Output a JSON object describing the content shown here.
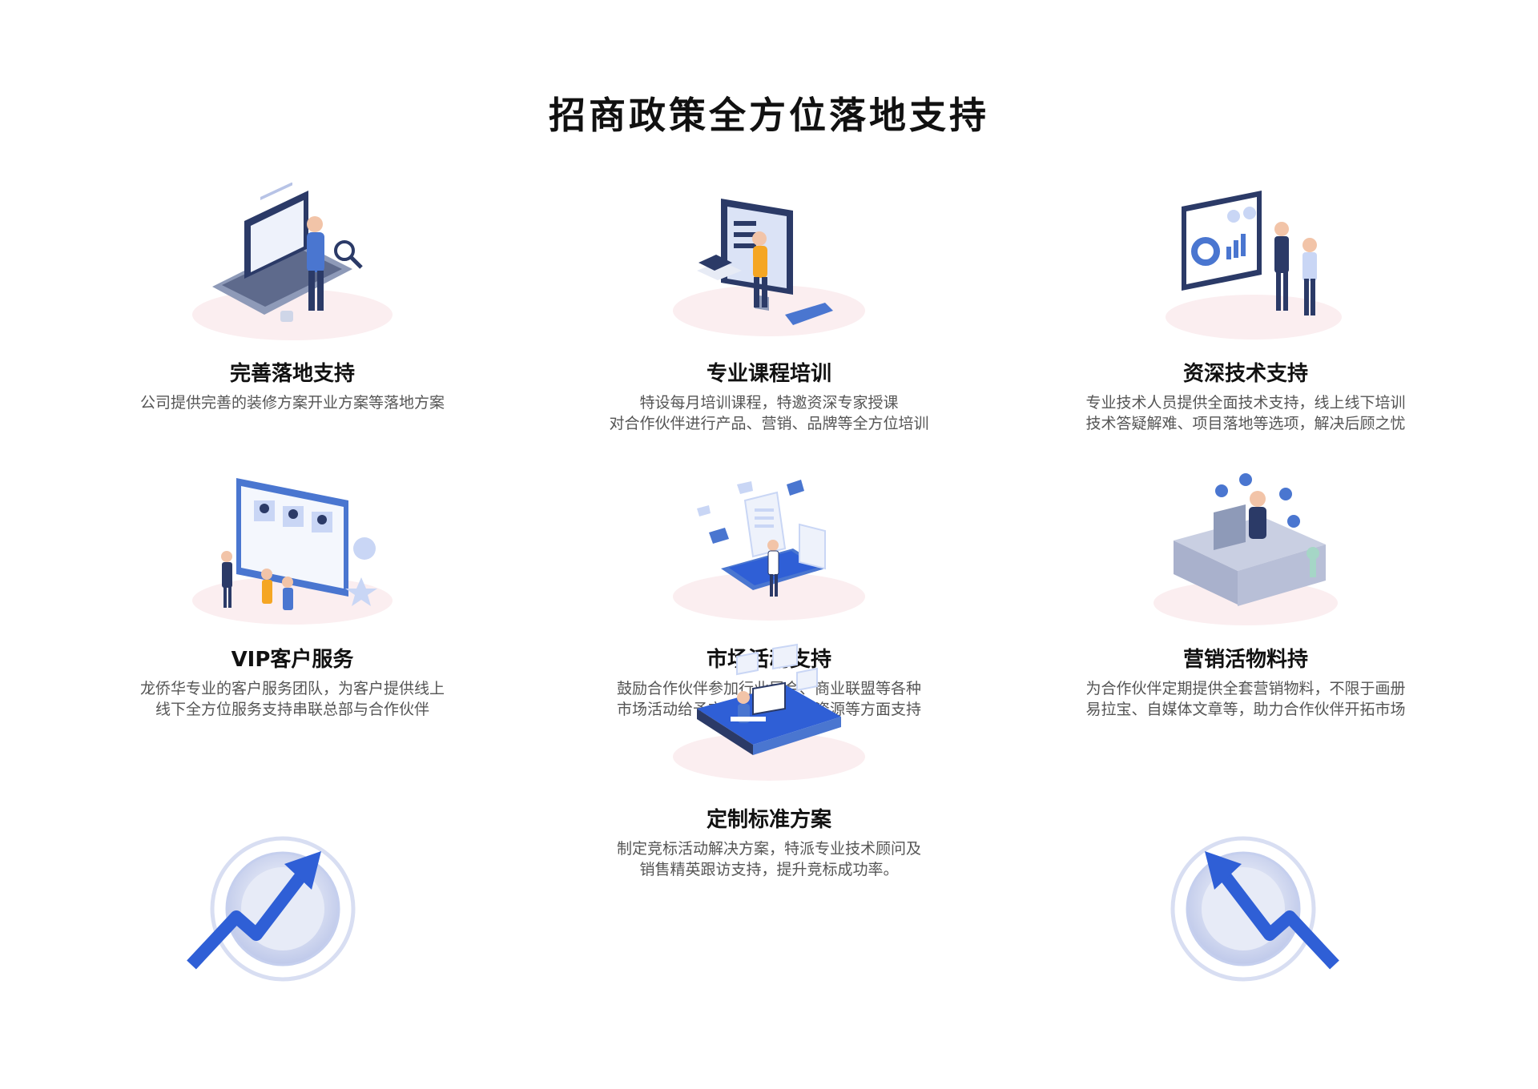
{
  "page": {
    "title": "招商政策全方位落地支持"
  },
  "cards": [
    {
      "title": "完善落地支持",
      "desc": "公司提供完善的装修方案开业方案等落地方案",
      "icon": "laptop-analysis-illustration"
    },
    {
      "title": "专业课程培训",
      "desc": "特设每月培训课程，特邀资深专家授课\n对合作伙伴进行产品、营销、品牌等全方位培训",
      "icon": "training-monitor-illustration"
    },
    {
      "title": "资深技术支持",
      "desc": "专业技术人员提供全面技术支持，线上线下培训\n技术答疑解难、项目落地等选项，解决后顾之忧",
      "icon": "tech-presentation-illustration"
    },
    {
      "title": "VIP客户服务",
      "desc": "龙侨华专业的客户服务团队，为客户提供线上\n线下全方位服务支持串联总部与合作伙伴",
      "icon": "customer-service-illustration"
    },
    {
      "title": "市场活动支持",
      "desc": "鼓励合作伙伴参加行业展会、商业联盟等各种\n市场活动给予市场宣传及相关资源等方面支持",
      "icon": "marketing-mail-illustration"
    },
    {
      "title": "营销活物料持",
      "desc": "为合作伙伴定期提供全套营销物料，不限于画册\n易拉宝、自媒体文章等，助力合作伙伴开拓市场",
      "icon": "desk-materials-illustration"
    },
    {
      "title": "定制标准方案",
      "desc": "制定竞标活动解决方案，特派专业技术顾问及\n销售精英跟访支持，提升竞标成功率。",
      "icon": "custom-plan-illustration"
    }
  ],
  "colors": {
    "accent": "#2f5fd6",
    "navy": "#2b3a67",
    "light": "#c9d6f5"
  }
}
